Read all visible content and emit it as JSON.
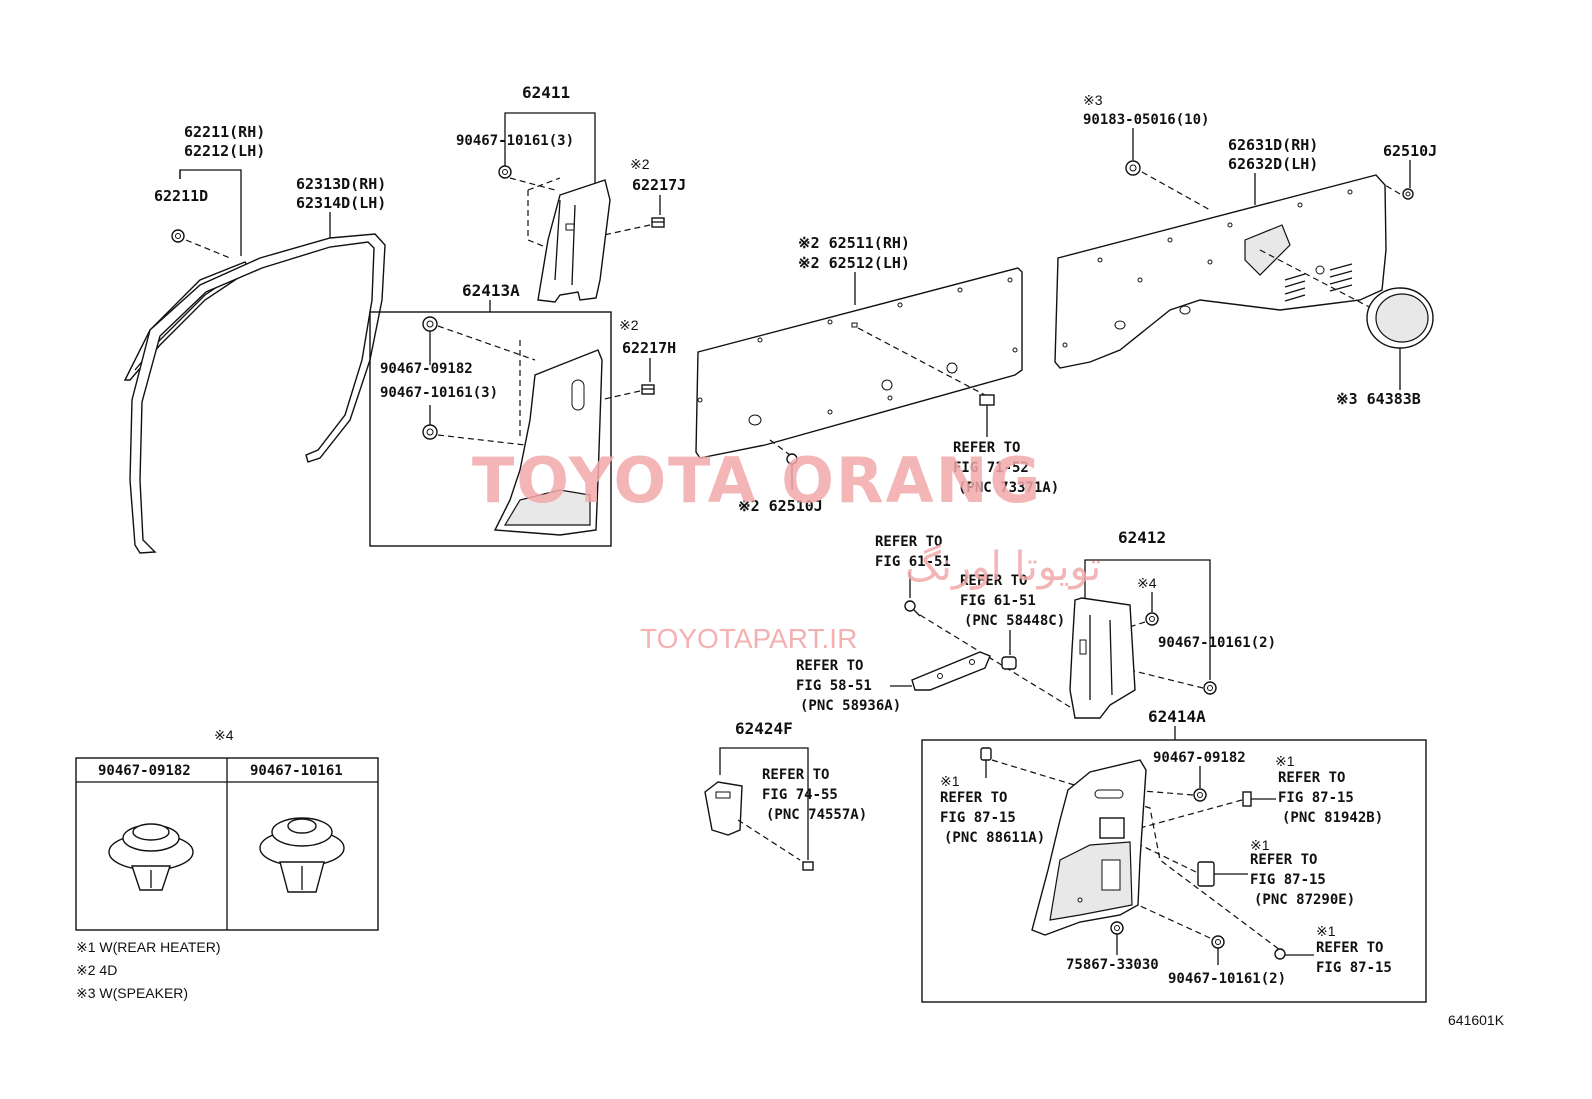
{
  "labels": {
    "p62211": "62211(RH)",
    "p62212": "62212(LH)",
    "p62211D": "62211D",
    "p62313D": "62313D(RH)",
    "p62314D": "62314D(LH)",
    "p62411": "62411",
    "p90467_10161_3_top": "90467-10161(3)",
    "mark2_a": "※2",
    "p62217J": "62217J",
    "p62413A": "62413A",
    "mark2_b": "※2",
    "p62217H": "62217H",
    "p90467_09182_a": "90467-09182",
    "p90467_10161_3_box": "90467-10161(3)",
    "p62511": "※2 62511(RH)",
    "p62512": "※2 62512(LH)",
    "refer_71_1": "REFER TO",
    "refer_71_2": "FIG 71-52",
    "refer_71_3": "(PNC 73371A)",
    "p62510J_low": "※2 62510J",
    "mark3": "※3",
    "p90183": "90183-05016(10)",
    "p62631D": "62631D(RH)",
    "p62632D": "62632D(LH)",
    "p62510J_top": "62510J",
    "p64383B": "※3 64383B",
    "refer_61a_1": "REFER TO",
    "refer_61a_2": "FIG 61-51",
    "refer_61b_1": "REFER TO",
    "refer_61b_2": "FIG 61-51",
    "refer_61b_3": "(PNC 58448C)",
    "refer_58_1": "REFER TO",
    "refer_58_2": "FIG 58-51",
    "refer_58_3": "(PNC 58936A)",
    "p62412": "62412",
    "mark4_a": "※4",
    "p90467_10161_2_a": "90467-10161(2)",
    "p62414A": "62414A",
    "p62424F": "62424F",
    "refer_74_1": "REFER TO",
    "refer_74_2": "FIG 74-55",
    "refer_74_3": "(PNC 74557A)",
    "p90467_09182_b": "90467-09182",
    "mark1_a": "※1",
    "refer_87a_1": "REFER TO",
    "refer_87a_2": "FIG 87-15",
    "refer_87a_3": "(PNC 88611A)",
    "mark1_b": "※1",
    "refer_87b_1": "REFER TO",
    "refer_87b_2": "FIG 87-15",
    "refer_87b_3": "(PNC 81942B)",
    "mark1_c": "※1",
    "refer_87c_1": "REFER TO",
    "refer_87c_2": "FIG 87-15",
    "refer_87c_3": "(PNC 87290E)",
    "mark1_d": "※1",
    "refer_87d_1": "REFER TO",
    "refer_87d_2": "FIG 87-15",
    "p75867": "75867-33030",
    "p90467_10161_2_b": "90467-10161(2)",
    "mark4_table": "※4",
    "table_col1": "90467-09182",
    "table_col2": "90467-10161"
  },
  "notes": [
    "※1 W(REAR HEATER)",
    "※2 4D",
    "※3 W(SPEAKER)"
  ],
  "watermark": {
    "brand": "TOYOTA ORANG",
    "persian": "تویوتا اورنگ",
    "url": "TOYOTAPART.IR"
  },
  "figure_code": "641601K",
  "colors": {
    "line": "#111111",
    "watermark": "#f2a9a9"
  }
}
